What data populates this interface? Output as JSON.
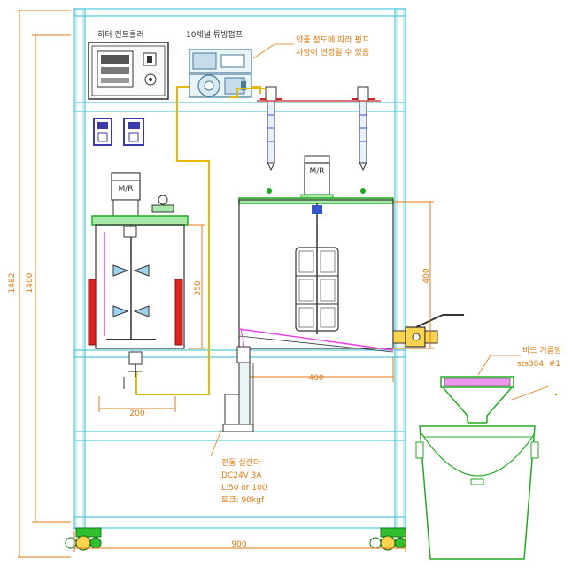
{
  "labels": {
    "heater_controller": "히터 컨트롤러",
    "tubing_pump": "10채널 튜빙펌프",
    "pump_note_line1": "약품 점도에 따라 펌프",
    "pump_note_line2": "사양이 변경될 수 있음",
    "motor_left": "M/R",
    "motor_right": "M/R",
    "cylinder_line1": "전동 실린더",
    "cylinder_line2": "DC24V 3A",
    "cylinder_line3": "L:50 or 100",
    "cylinder_line4": "토크: 90kgf",
    "mesh_line1": "비드 거름망",
    "mesh_line2": "sts304, #1"
  },
  "dimensions": {
    "total_height": "1482",
    "frame_height": "1400",
    "tank_height_left": "350",
    "tank_height_right": "400",
    "pipe_width_left": "200",
    "pipe_width_right": "400",
    "frame_width": "900"
  },
  "colors": {
    "frame": "#4fc9d8",
    "pipe": "#e8b800",
    "dim": "#e07a10",
    "green": "#22dd22",
    "magenta": "#ee44ee",
    "red_heater": "#dd2222",
    "purple_box": "#3a3aa8"
  }
}
